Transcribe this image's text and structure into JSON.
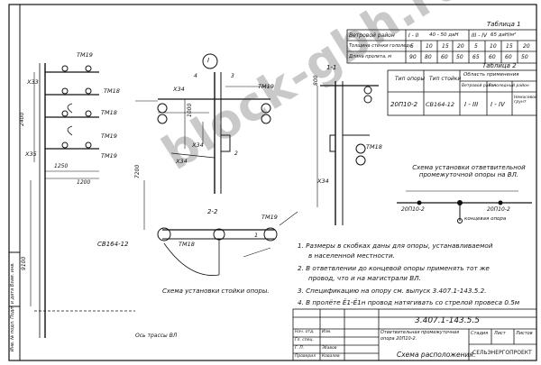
{
  "table1": {
    "title": "Таблица 1",
    "row1": {
      "label": "Ветровой район",
      "zones_a": "I - II",
      "zones_b": "40 - 50 даН",
      "zones_c": "III - IV",
      "zones_d": "65 даН/м²"
    },
    "row2": {
      "label": "Толщина стенки гололеда",
      "values": [
        "5",
        "10",
        "15",
        "20",
        "5",
        "10",
        "15",
        "20"
      ]
    },
    "row3": {
      "label": "Длина пролета, м",
      "values": [
        "90",
        "80",
        "60",
        "50",
        "65",
        "60",
        "60",
        "50"
      ]
    }
  },
  "table2": {
    "title": "Таблица 2",
    "col1": "Тип опоры",
    "col2": "Тип стойки",
    "col3": "Область применения",
    "col3a": "Ветровой район",
    "col3b": "Гололедный район",
    "row_type": "20П10-2",
    "row_post": "СВ164-12",
    "row_wind": "I - III",
    "row_ice": "I - IV",
    "row_note": "Немасевой грунт"
  },
  "labels": {
    "tm19_a": "ТМ19",
    "tm18_a": "ТМ18",
    "tm19_b": "ТМ19",
    "tm18_b": "ТМ18",
    "tm19_c": "ТМ19",
    "x33": "Х33",
    "x35": "Х35",
    "x34_a": "Х34",
    "x34_b": "Х34",
    "x34_c": "Х34",
    "x34_d": "Х34",
    "post": "СВ164-12",
    "view_i": "I",
    "sec_11": "1-1",
    "sec_22": "2-2",
    "tm19_d": "ТМ19",
    "tm18_d": "ТМ18",
    "tm18_e": "ТМ18",
    "vl_axis": "Ось трассы ВЛ",
    "dim_1250": "1250",
    "dim_1200": "1200",
    "dim_7200": "7200",
    "dim_9100": "9100",
    "dim_2400": "2400",
    "dim_800": "800",
    "dim_1000": "1000",
    "num_1": "1",
    "num_2": "2",
    "num_3": "3",
    "num_4": "4"
  },
  "captions": {
    "post_install": "Схема установки стойки опоры.",
    "branch_scheme": "Схема установки ответвительной промежуточной опоры на ВЛ.",
    "s_20p10_a": "20П10-2",
    "s_20p10_b": "20П10-2",
    "end_support": "концевая опора"
  },
  "notes": [
    "1. Размеры в скобках даны для опоры, устанавливаемой",
    "в населенной местности.",
    "2. В ответвлении до концевой опоры применять тот же",
    "провод, что и на магистрали ВЛ.",
    "3. Спецификацию на опору см. выпуск 3.407.1-143.5.2.",
    "4. В пролёте Ё1-Ё1н провод натягивать со стрелой провеса 0.5м"
  ],
  "stamp": {
    "code": "3.407.1-143.5.5",
    "desc": "Ответвительная промежуточная опора 20П10-2.",
    "stage": "Стадия",
    "sheet": "Лист",
    "sheets": "Листов",
    "title": "Схема расположения.",
    "org": "СЕЛЬЭНЕРГОПРОЕКТ",
    "role1": "Нач. отд.",
    "role2": "Гл. спец.",
    "role3": "Г. П.",
    "role4": "Проверил",
    "name1": "Изм.",
    "name2": "Збавов",
    "name3": "Ковалев"
  },
  "side_stamp": "Инв. № подл.  Подп. и дата  Взам. инв.",
  "watermark": "block-gbh.ru"
}
